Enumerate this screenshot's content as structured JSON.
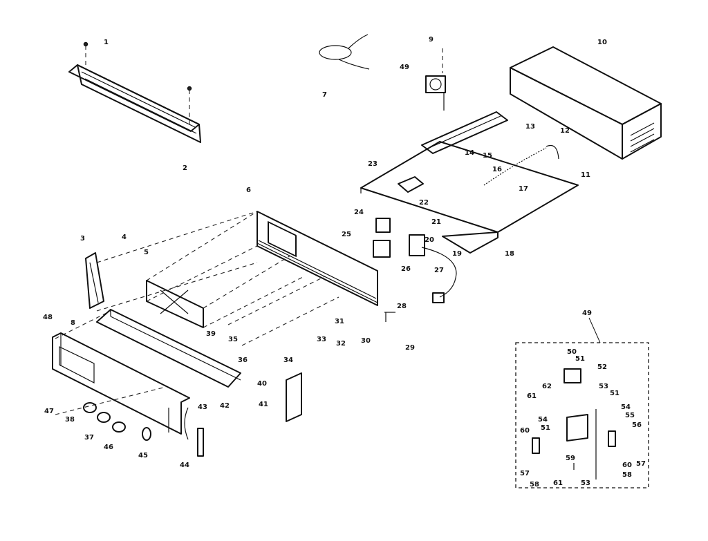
{
  "callouts": [
    "1",
    "2",
    "3",
    "4",
    "5",
    "6",
    "7",
    "8",
    "9",
    "10",
    "11",
    "12",
    "13",
    "14",
    "15",
    "16",
    "17",
    "18",
    "19",
    "20",
    "21",
    "22",
    "23",
    "24",
    "25",
    "26",
    "27",
    "28",
    "29",
    "30",
    "31",
    "32",
    "33",
    "34",
    "35",
    "36",
    "37",
    "38",
    "39",
    "40",
    "41",
    "42",
    "43",
    "44",
    "45",
    "46",
    "47",
    "48",
    "49",
    "50",
    "51",
    "52",
    "53",
    "54",
    "55",
    "56",
    "57",
    "58",
    "59",
    "60",
    "61",
    "62"
  ]
}
